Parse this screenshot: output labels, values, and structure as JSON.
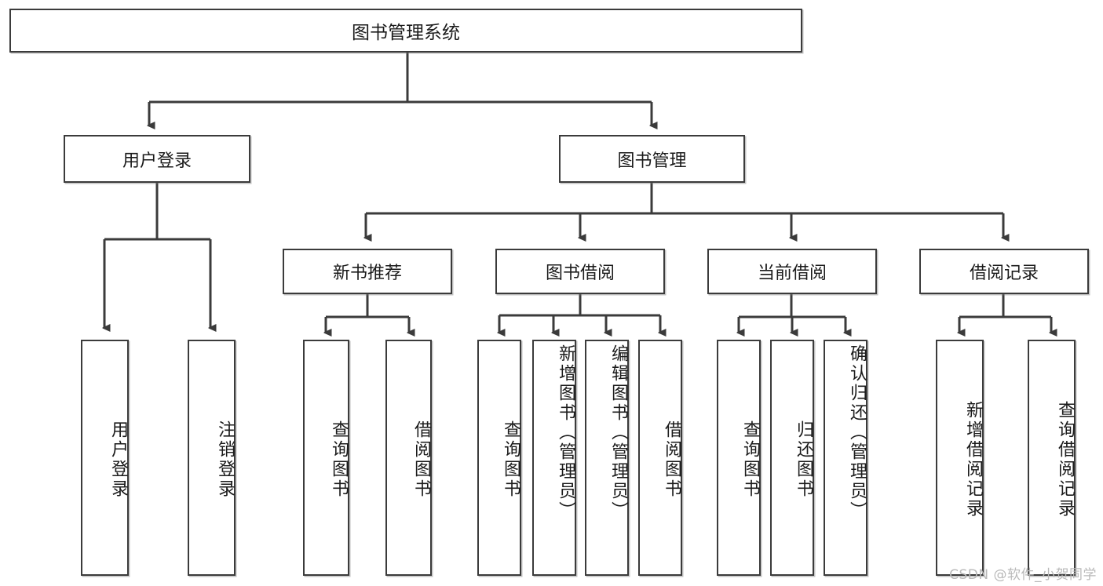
{
  "diagram": {
    "title": "图书管理系统",
    "root": {
      "id": "root",
      "label": "图书管理系统"
    },
    "level2": [
      {
        "id": "user-login",
        "label": "用户登录"
      },
      {
        "id": "book-manage",
        "label": "图书管理"
      }
    ],
    "level3": [
      {
        "id": "new-book-recommend",
        "label": "新书推荐"
      },
      {
        "id": "book-borrow",
        "label": "图书借阅"
      },
      {
        "id": "current-borrow",
        "label": "当前借阅"
      },
      {
        "id": "borrow-record",
        "label": "借阅记录"
      }
    ],
    "leaves": [
      {
        "id": "leaf-user-login",
        "label": "用户登录",
        "parent": "user-login"
      },
      {
        "id": "leaf-logout",
        "label": "注销登录",
        "parent": "user-login"
      },
      {
        "id": "leaf-query-book-1",
        "label": "查询图书",
        "parent": "new-book-recommend"
      },
      {
        "id": "leaf-borrow-book-1",
        "label": "借阅图书",
        "parent": "new-book-recommend"
      },
      {
        "id": "leaf-query-book-2",
        "label": "查询图书",
        "parent": "book-borrow"
      },
      {
        "id": "leaf-add-book",
        "label": "新增图书（管理员）",
        "parent": "book-borrow"
      },
      {
        "id": "leaf-edit-book",
        "label": "编辑图书（管理员）",
        "parent": "book-borrow"
      },
      {
        "id": "leaf-borrow-book-2",
        "label": "借阅图书",
        "parent": "book-borrow"
      },
      {
        "id": "leaf-query-book-3",
        "label": "查询图书",
        "parent": "current-borrow"
      },
      {
        "id": "leaf-return-book",
        "label": "归还图书",
        "parent": "current-borrow"
      },
      {
        "id": "leaf-confirm-return",
        "label": "确认归还（管理员）",
        "parent": "current-borrow"
      },
      {
        "id": "leaf-add-record",
        "label": "新增借阅记录",
        "parent": "borrow-record"
      },
      {
        "id": "leaf-query-record",
        "label": "查询借阅记录",
        "parent": "borrow-record"
      }
    ],
    "watermark": "CSDN @软件_小贺同学",
    "colors": {
      "stroke": "#3b3b3b",
      "background": "#ffffff",
      "text": "#1b1b1b",
      "watermark": "#b9b9b9"
    }
  }
}
